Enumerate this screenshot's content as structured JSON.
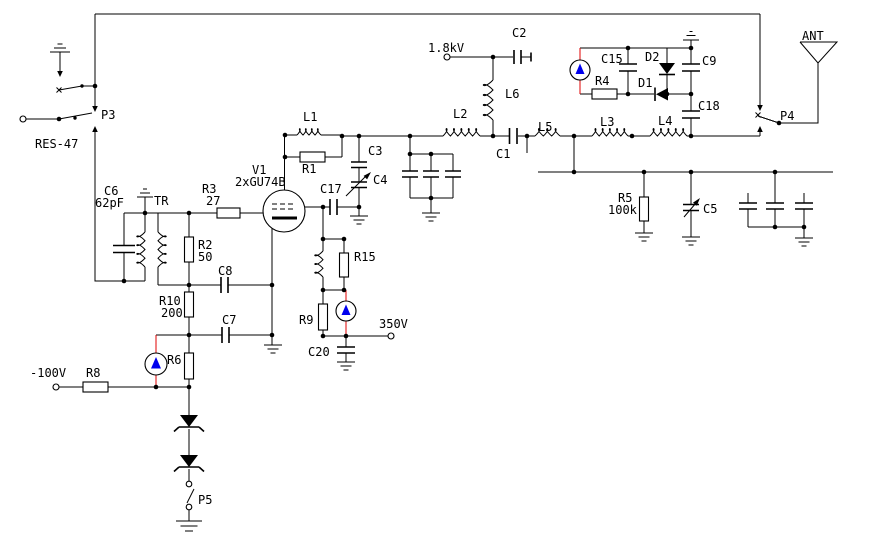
{
  "title": "RF power amplifier schematic (2xGU74B)",
  "colors": {
    "background": "#ffffff",
    "wire": "#000000",
    "meter_arrow": "#0000ee",
    "meter_lead": "#e00000"
  },
  "labels": {
    "res47": "RES-47",
    "p3": "P3",
    "p4": "P4",
    "p5": "P5",
    "ant": "ANT",
    "hv": "1.8kV",
    "bias": "-100V",
    "screen": "350V",
    "v1": "V1",
    "v1_type": "2xGU74B",
    "tr": "TR",
    "c1": "C1",
    "c2": "C2",
    "c3": "C3",
    "c4": "C4",
    "c5": "C5",
    "c6": "C6",
    "c6_val": "62pF",
    "c7": "C7",
    "c8": "C8",
    "c9": "C9",
    "c15": "C15",
    "c17": "C17",
    "c18": "C18",
    "c20": "C20",
    "l1": "L1",
    "l2": "L2",
    "l3": "L3",
    "l4": "L4",
    "l5": "L5",
    "l6": "L6",
    "r1": "R1",
    "r2": "R2",
    "r2_val": "50",
    "r3": "R3",
    "r3_val": "27",
    "r4": "R4",
    "r5": "R5",
    "r5_val": "100k",
    "r6": "R6",
    "r8": "R8",
    "r9": "R9",
    "r10": "R10",
    "r10_val": "200",
    "r15": "R15",
    "d1": "D1",
    "d2": "D2"
  },
  "components": [
    {
      "ref": "P3",
      "kind": "relay-switch"
    },
    {
      "ref": "P4",
      "kind": "relay-switch"
    },
    {
      "ref": "P5",
      "kind": "relay-switch"
    },
    {
      "ref": "RES-47",
      "kind": "input-terminal"
    },
    {
      "ref": "ANT",
      "kind": "antenna"
    },
    {
      "ref": "1.8kV",
      "kind": "supply-terminal"
    },
    {
      "ref": "-100V",
      "kind": "supply-terminal"
    },
    {
      "ref": "350V",
      "kind": "supply-terminal"
    },
    {
      "ref": "V1",
      "value": "2xGU74B",
      "kind": "vacuum-tube"
    },
    {
      "ref": "TR",
      "kind": "transformer"
    },
    {
      "ref": "C6",
      "value": "62pF",
      "kind": "capacitor"
    },
    {
      "ref": "R3",
      "value": "27",
      "kind": "resistor"
    },
    {
      "ref": "R2",
      "value": "50",
      "kind": "resistor"
    },
    {
      "ref": "R10",
      "value": "200",
      "kind": "resistor"
    },
    {
      "ref": "R5",
      "value": "100k",
      "kind": "resistor"
    },
    {
      "ref": "R1",
      "kind": "resistor"
    },
    {
      "ref": "R4",
      "kind": "resistor"
    },
    {
      "ref": "R6",
      "kind": "resistor"
    },
    {
      "ref": "R8",
      "kind": "resistor"
    },
    {
      "ref": "R9",
      "kind": "resistor"
    },
    {
      "ref": "R15",
      "kind": "resistor"
    },
    {
      "ref": "C1",
      "kind": "capacitor"
    },
    {
      "ref": "C2",
      "kind": "capacitor"
    },
    {
      "ref": "C3",
      "kind": "capacitor"
    },
    {
      "ref": "C4",
      "kind": "variable-capacitor"
    },
    {
      "ref": "C5",
      "kind": "variable-capacitor"
    },
    {
      "ref": "C7",
      "kind": "capacitor"
    },
    {
      "ref": "C8",
      "kind": "capacitor"
    },
    {
      "ref": "C9",
      "kind": "capacitor"
    },
    {
      "ref": "C15",
      "kind": "capacitor"
    },
    {
      "ref": "C17",
      "kind": "capacitor"
    },
    {
      "ref": "C18",
      "kind": "capacitor"
    },
    {
      "ref": "C20",
      "kind": "capacitor"
    },
    {
      "ref": "L1",
      "kind": "inductor"
    },
    {
      "ref": "L2",
      "kind": "inductor"
    },
    {
      "ref": "L3",
      "kind": "inductor"
    },
    {
      "ref": "L4",
      "kind": "inductor"
    },
    {
      "ref": "L5",
      "kind": "inductor"
    },
    {
      "ref": "L6",
      "kind": "inductor"
    },
    {
      "ref": "D1",
      "kind": "diode"
    },
    {
      "ref": "D2",
      "kind": "diode"
    },
    {
      "ref": "M1",
      "kind": "meter"
    },
    {
      "ref": "M2",
      "kind": "meter"
    },
    {
      "ref": "M3",
      "kind": "meter"
    }
  ]
}
